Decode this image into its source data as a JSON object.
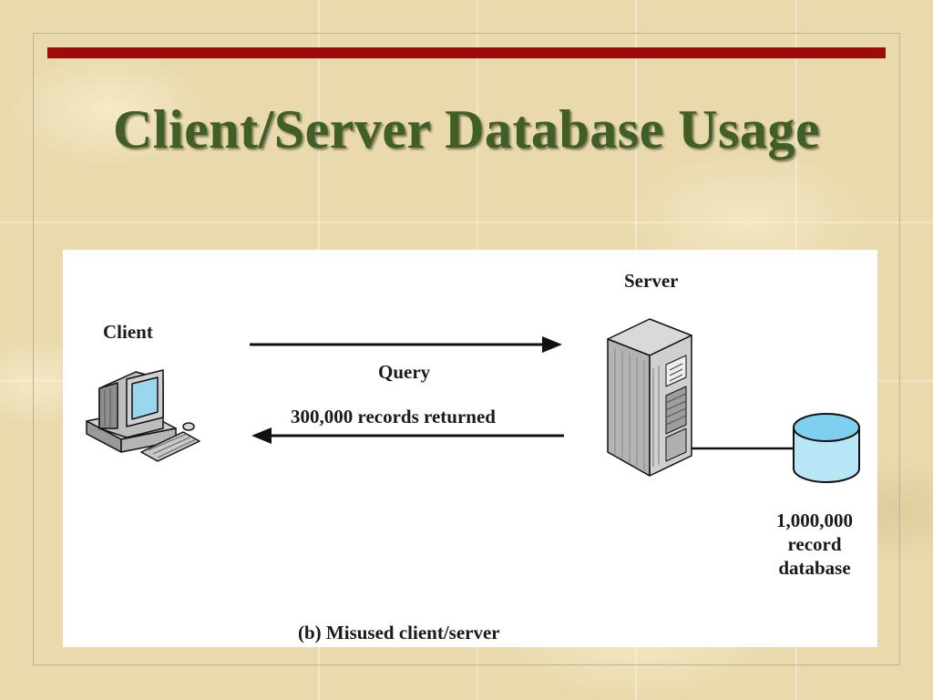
{
  "slide": {
    "title": "Client/Server Database Usage"
  },
  "diagram": {
    "client_label": "Client",
    "server_label": "Server",
    "query_label": "Query",
    "returned_label": "300,000  records returned",
    "database_label": "1,000,000 record database",
    "caption": "(b)  Misused client/server"
  },
  "colors": {
    "title_bar": "#9b0d0d",
    "title_text": "#3f5f24",
    "database_fill": "#b9e6f7",
    "screen_fill": "#9ad7ee"
  }
}
